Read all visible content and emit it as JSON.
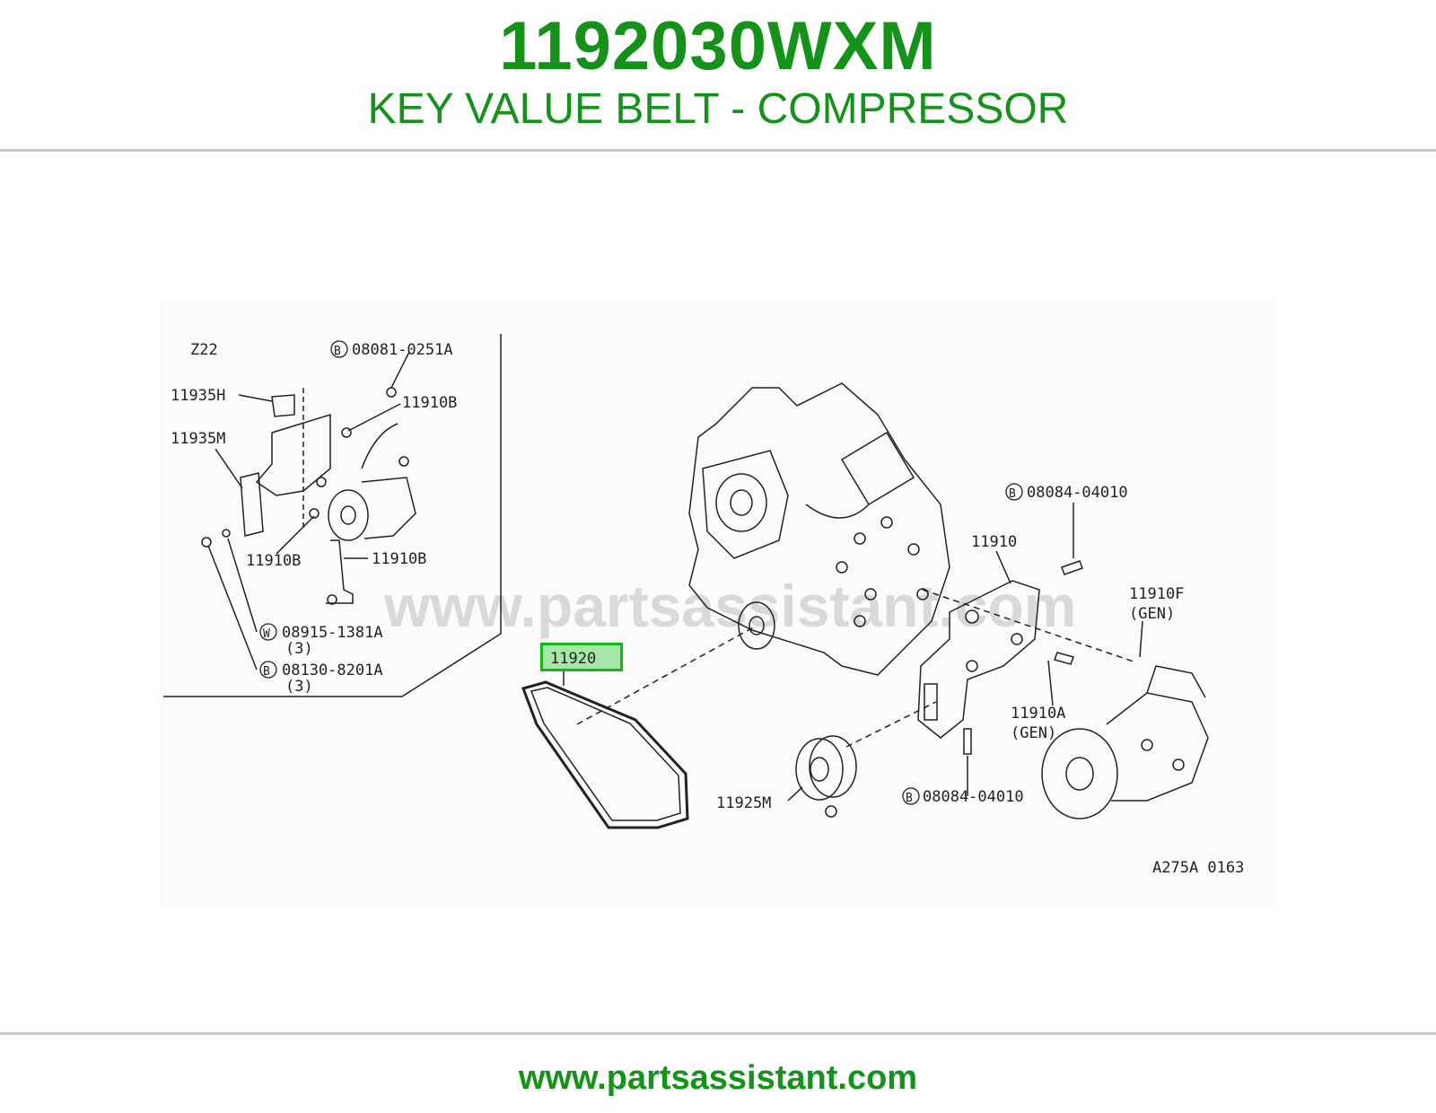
{
  "header": {
    "part_number": "1192030WXM",
    "description": "KEY VALUE BELT - COMPRESSOR"
  },
  "diagram": {
    "watermark": "www.partsassistant.com",
    "ref_code": "A275A 0163",
    "highlighted_callout": "11920",
    "inset": {
      "model": "Z22",
      "callouts": {
        "bolt_top": "08081-0251A",
        "bracket_h": "11935H",
        "bolt_b_1": "11910B",
        "bracket_m": "11935M",
        "bolt_b_2": "11910B",
        "bolt_b_3": "11910B",
        "washer": "08915-1381A",
        "washer_qty": "(3)",
        "bolt_bottom": "08130-8201A",
        "bolt_bottom_qty": "(3)"
      },
      "marker_b": "B",
      "marker_w": "W"
    },
    "main": {
      "callouts": {
        "bolt_upper": "08084-04010",
        "bracket": "11910",
        "bracket_f": "11910F",
        "bracket_f_note": "(GEN)",
        "bracket_a": "11910A",
        "bracket_a_note": "(GEN)",
        "idler": "11925M",
        "bolt_lower": "08084-04010"
      },
      "marker_b": "B"
    }
  },
  "footer": {
    "website": "www.partsassistant.com"
  },
  "colors": {
    "brand_green": "#15921a",
    "highlight_fill": "#a6e6a6",
    "highlight_border": "#19b619",
    "rule_gray": "#c8c8c8"
  }
}
